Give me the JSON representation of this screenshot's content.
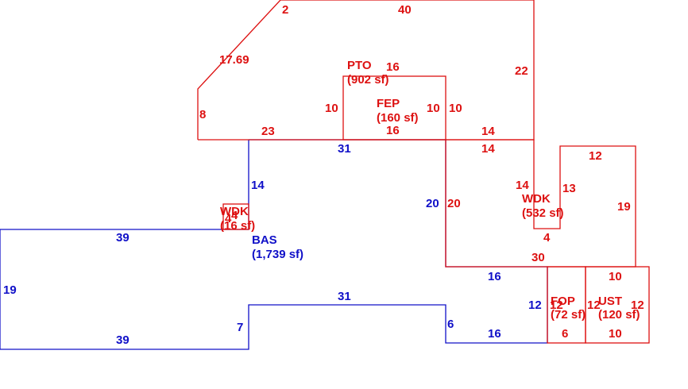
{
  "areas": {
    "bas": {
      "name": "BAS",
      "area": "(1,739 sf)"
    },
    "pto": {
      "name": "PTO",
      "area": "(902 sf)"
    },
    "fep": {
      "name": "FEP",
      "area": "(160 sf)"
    },
    "wdk_large": {
      "name": "WDK",
      "area": "(532 sf)"
    },
    "wdk_small": {
      "name": "WDK",
      "area": "(16 sf)"
    },
    "fop": {
      "name": "FOP",
      "area": "(72 sf)"
    },
    "ust": {
      "name": "UST",
      "area": "(120 sf)"
    }
  },
  "dimensions": {
    "bas": {
      "top_right": "31",
      "left_upper": "14",
      "top_left": "39",
      "left": "19",
      "bottom_left": "39",
      "notch_vertical": "7",
      "notch_top": "31",
      "notch_right": "6",
      "bottom_right": "16",
      "right_lower": "12",
      "top_lower_right": "16",
      "right_upper": "20"
    },
    "pto": {
      "top_corner": "2",
      "top": "40",
      "diagonal": "17.69",
      "right": "22",
      "left": "8",
      "bottom_left": "23",
      "bottom_right": "14"
    },
    "fep": {
      "top": "16",
      "left": "10",
      "right_inner": "10",
      "right_outer": "10",
      "bottom": "16"
    },
    "wdk_large": {
      "top_left": "14",
      "left": "20",
      "inner_left": "14",
      "inner_bottom": "4",
      "inner_right": "13",
      "top_right": "12",
      "right": "19",
      "bottom": "30"
    },
    "wdk_small": {
      "side": "4",
      "top": "4"
    },
    "fop": {
      "left": "12",
      "bottom": "6",
      "right": "12"
    },
    "ust": {
      "top": "10",
      "right": "12",
      "bottom": "10"
    }
  },
  "colors": {
    "base": "#1010c8",
    "additions": "#dd1111",
    "background": "#ffffff"
  }
}
